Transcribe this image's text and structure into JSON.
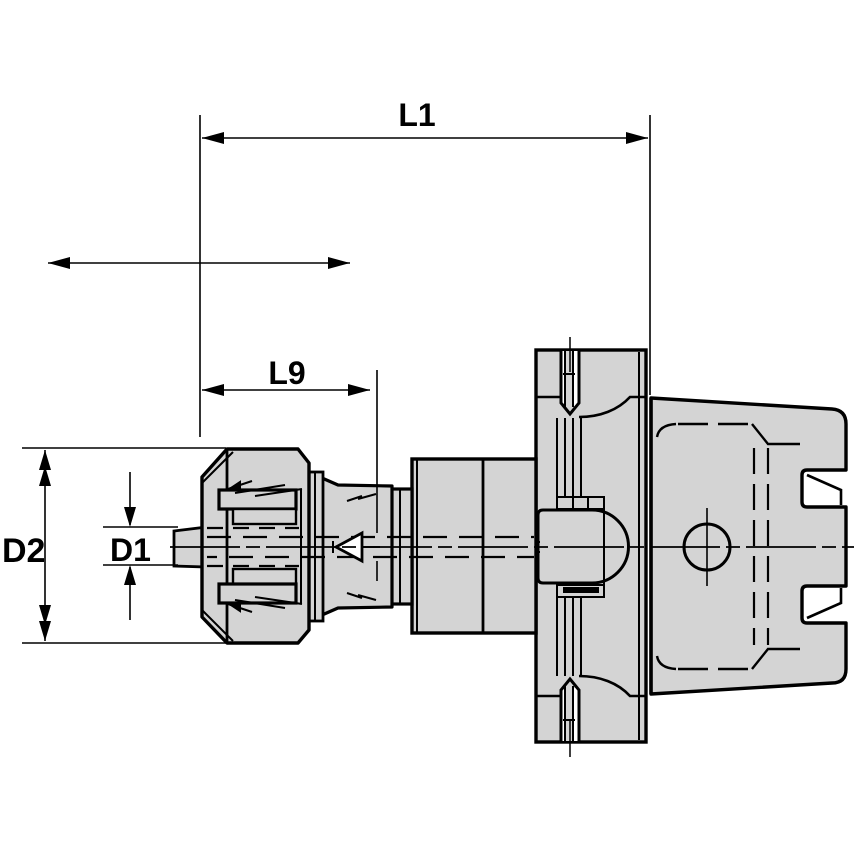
{
  "diagram": {
    "type": "engineering-drawing",
    "subject": "collet-chuck-tool-holder-side-view",
    "labels": {
      "l1": "L1",
      "l9": "L9",
      "d2": "D2",
      "d1": "D1"
    },
    "colors": {
      "body_fill": "#d4d4d4",
      "outline": "#000000",
      "background": "#ffffff"
    }
  }
}
